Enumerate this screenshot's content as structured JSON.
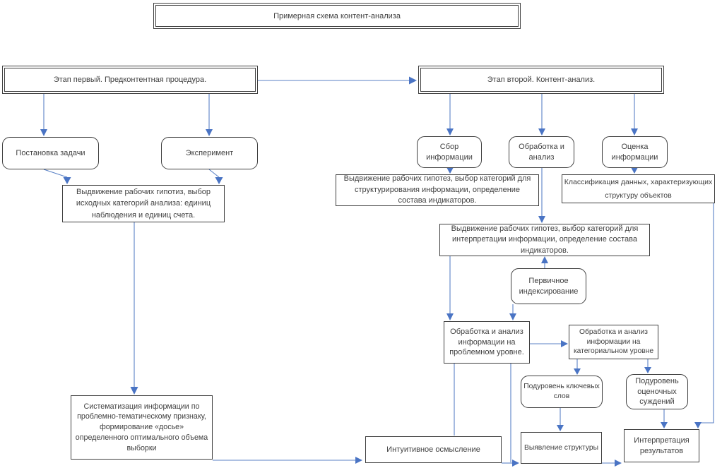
{
  "diagram": {
    "title": "Примерная схема контент-анализа",
    "stages": {
      "stage1": "Этап первый. Предконтентная процедура.",
      "stage2": "Этап второй. Контент-анализ."
    },
    "nodes": {
      "task_setting": "Постановка задачи",
      "experiment": "Эксперимент",
      "hypotheses_initial": "Выдвижение рабочих гипотиз, выбор исходных категорий анализа: единиц наблюдения и единиц счета.",
      "systematization": "Систематизация информации по проблемно-тематическому признаку, формирование «досье» определенного оптимального объема выборки",
      "collection": "Сбор информации",
      "processing": "Обработка и анализ",
      "evaluation": "Оценка информации",
      "hypotheses_structuring": "Выдвижение рабочих гипотез, выбор категорий для структурирования информации, определение состава индикаторов.",
      "classification": "Классификация данных, характеризующих структуру объектов",
      "hypotheses_interpretation": "Выдвижение рабочих гипотез, выбор категорий для интерпретации информации, определение состава индикаторов.",
      "primary_indexing": "Первичное индексирование",
      "problem_level": "Обработка и анализ информации на проблемном уровне.",
      "categorical_level": "Обработка и анализ информации на категориальном уровне",
      "keywords_sublevel": "Подуровень ключевых слов",
      "judgments_sublevel": "Подуровень оценочных суждений",
      "intuitive": "Интуитивное осмысление",
      "structure_detection": "Выявление структуры",
      "interpretation": "Интерпретация результатов"
    },
    "colors": {
      "connector": "#4a74c4",
      "border": "#3f3f3f",
      "text": "#404040",
      "background": "#ffffff"
    }
  }
}
